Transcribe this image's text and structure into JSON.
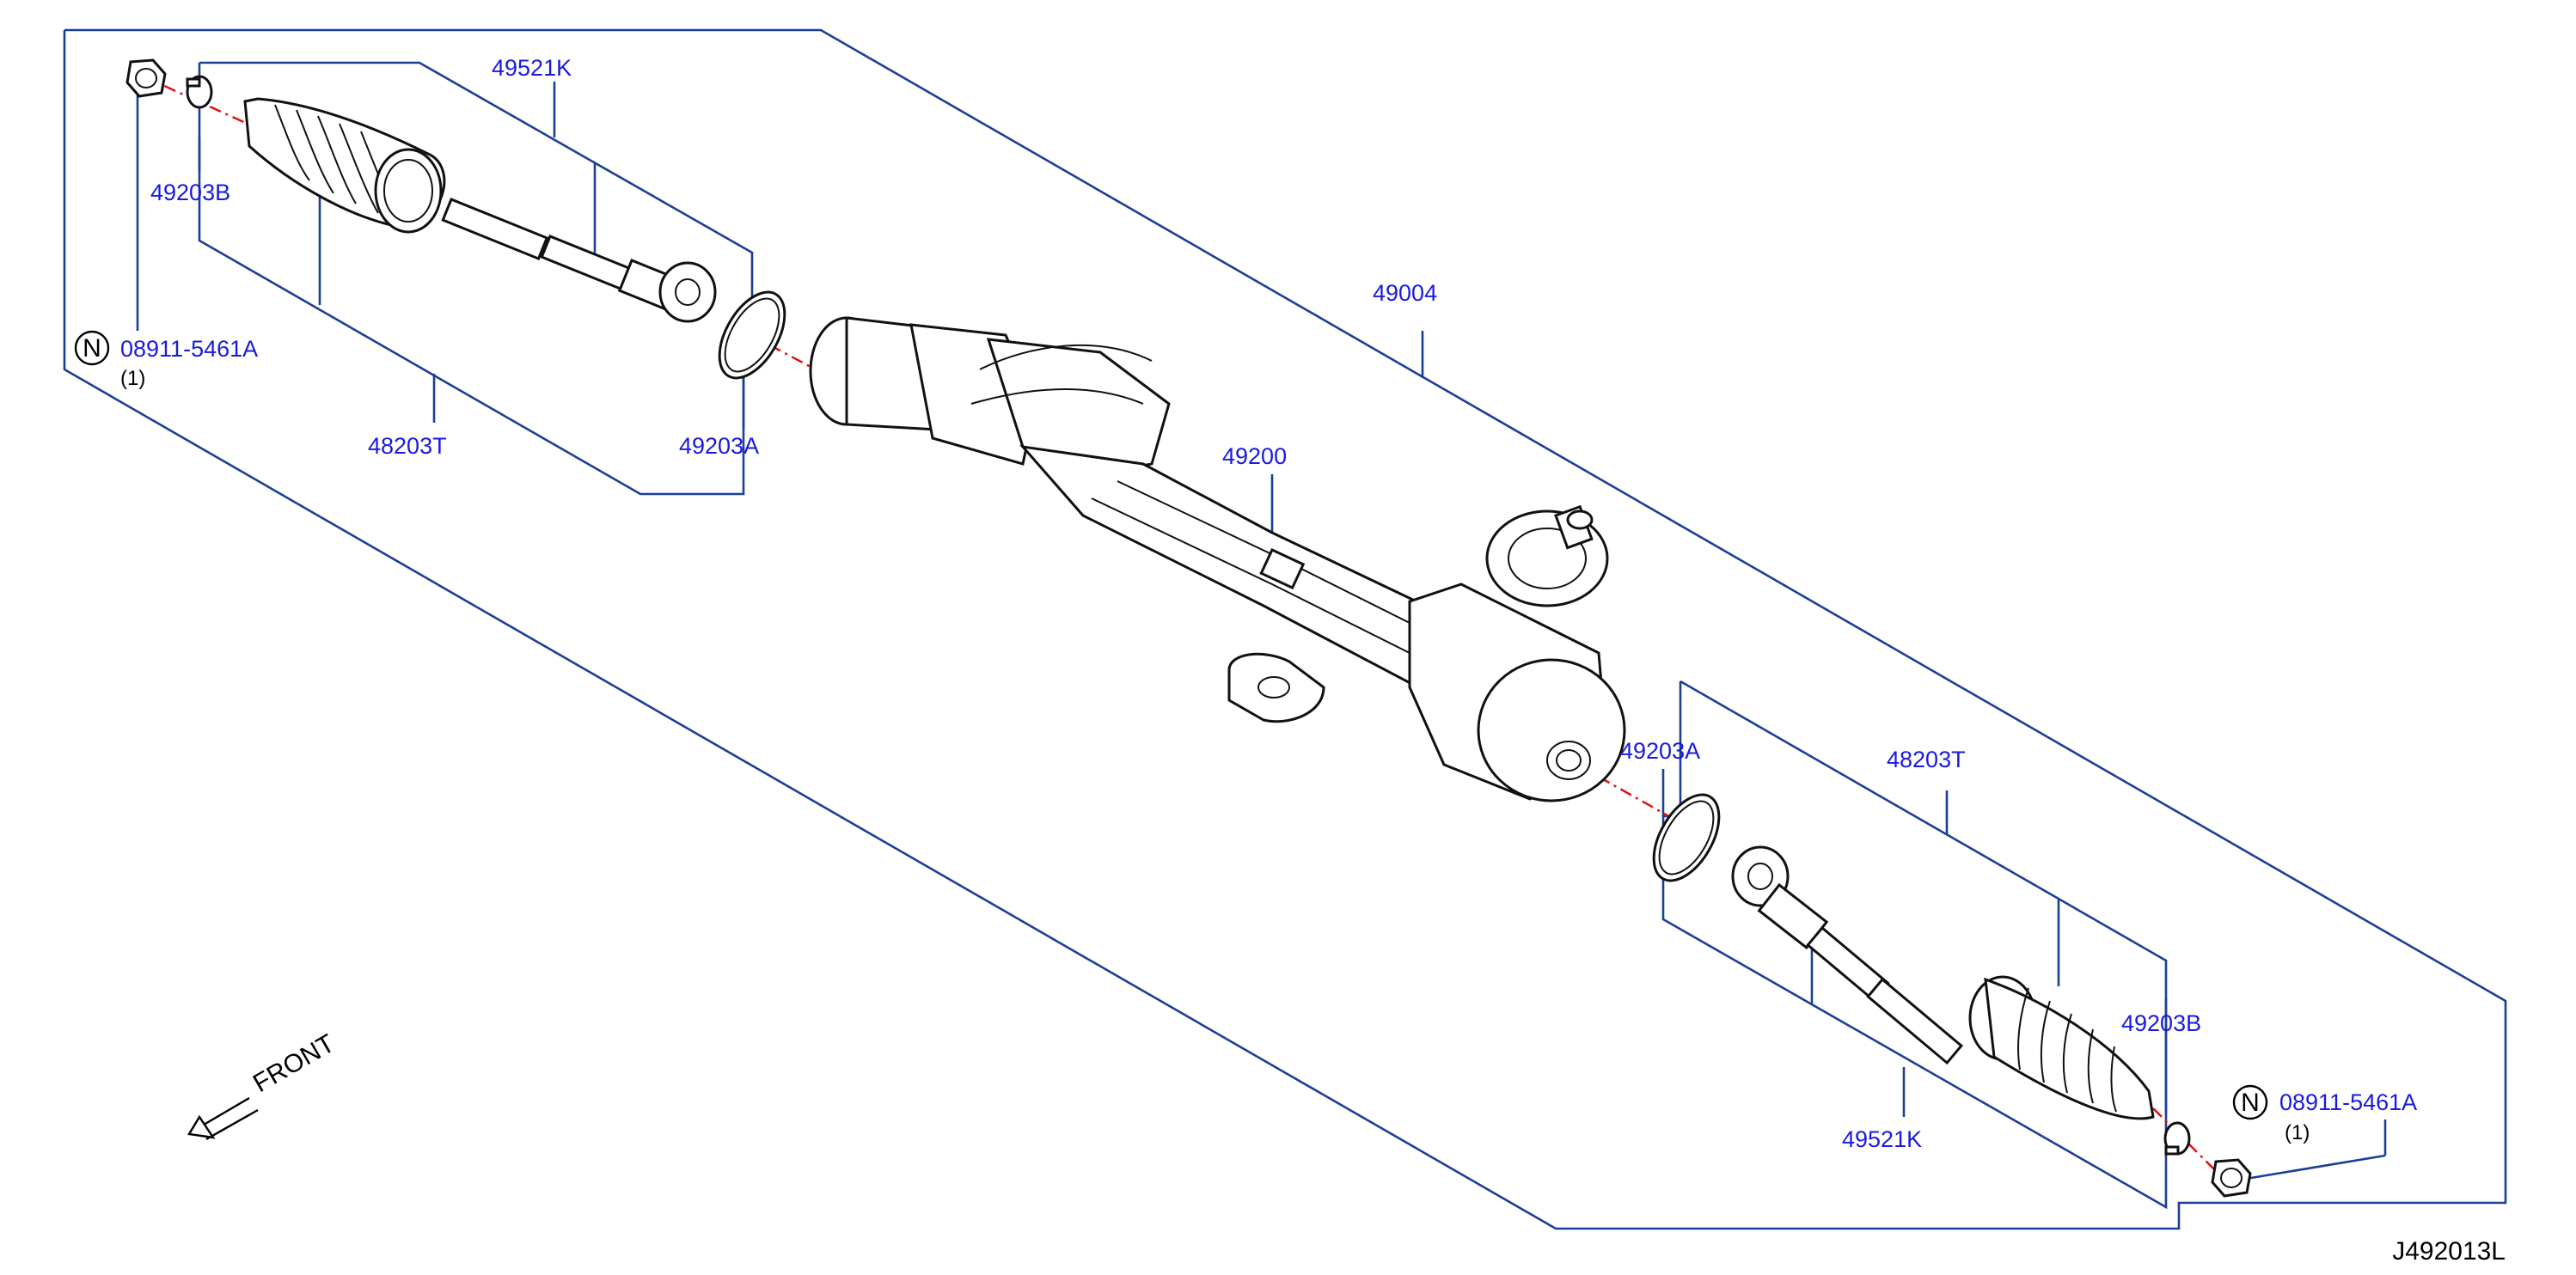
{
  "labels": {
    "p49521K_top": "49521K",
    "p49203B_top": "49203B",
    "p08911_top": "08911-5461A",
    "qty_top": "(1)",
    "p48203T_top": "48203T",
    "p49203A_top": "49203A",
    "p49004": "49004",
    "p49200": "49200",
    "p49203A_bot": "49203A",
    "p48203T_bot": "48203T",
    "p49203B_bot": "49203B",
    "p08911_bot": "08911-5461A",
    "qty_bot": "(1)",
    "p49521K_bot": "49521K",
    "front": "FRONT",
    "drawing_id": "J492013L",
    "n_symbol": "N"
  },
  "colors": {
    "label": "#1a1ae0",
    "leader": "#1c3f95",
    "centerline": "#e01010",
    "part_outline": "#111111"
  }
}
